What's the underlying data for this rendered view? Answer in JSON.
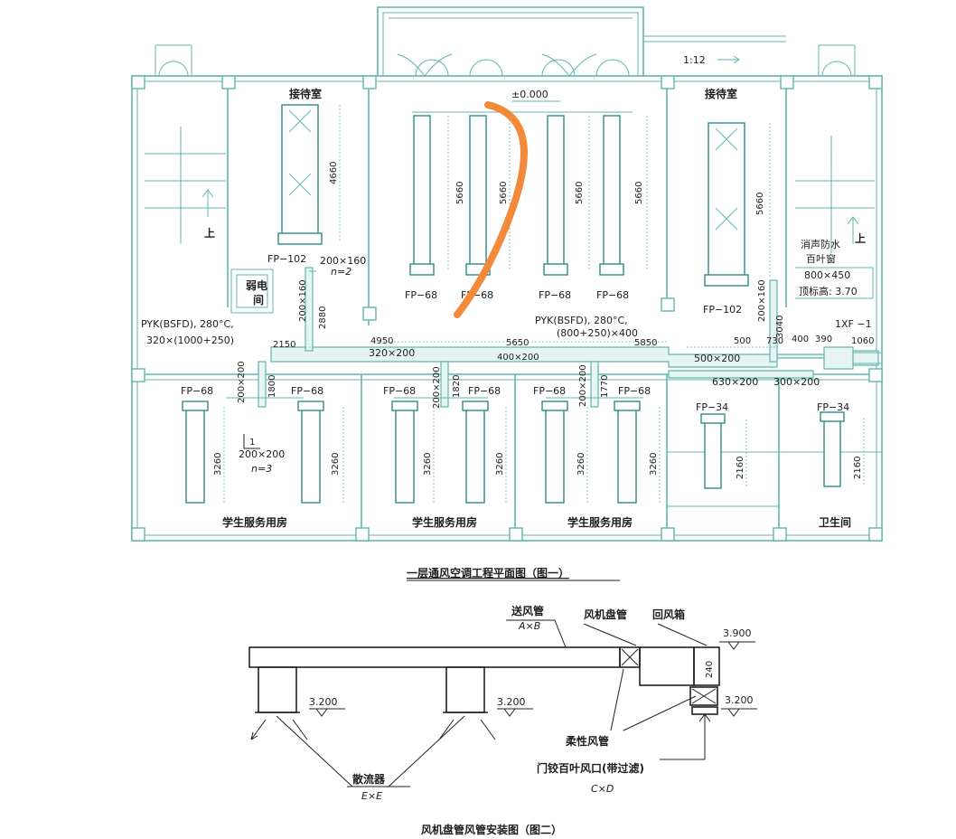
{
  "plan": {
    "rooms": {
      "reception_left": "接待室",
      "reception_right": "接待室",
      "weak_room_1": "弱电",
      "weak_room_2": "间",
      "student_1": "学生服务用房",
      "student_2": "学生服务用房",
      "student_3": "学生服务用房",
      "toilet": "卫生间",
      "stair_left": "上",
      "stair_right": "上"
    },
    "elevation": "±0.000",
    "scale": "1:12",
    "louver": {
      "line1": "消声防水",
      "line2": "百叶窗",
      "size": "800×450",
      "top": "顶标高: 3.70"
    },
    "units": {
      "fp102_left": "FP−102",
      "fp102_right": "FP−102",
      "fp68_top": [
        "FP−68",
        "FP−68",
        "FP−68",
        "FP−68"
      ],
      "fp68_bottom": [
        "FP−68",
        "FP−68",
        "FP−68",
        "FP−68",
        "FP−68",
        "FP−68"
      ],
      "fp34": [
        "FP−34",
        "FP−34"
      ],
      "fan": "1XF −1"
    },
    "dims": {
      "d4660": "4660",
      "d5660": [
        "5660",
        "5660",
        "5660",
        "5660",
        "5660"
      ],
      "d3260": [
        "3260",
        "3260",
        "3260",
        "3260",
        "3260",
        "3260"
      ],
      "d2160": [
        "2160",
        "2160"
      ],
      "d2880": "2880",
      "d2150": "2150",
      "d4950": "4950",
      "d5650": "5650",
      "d5850": "5850",
      "d1800": "1800",
      "d1820": "1820",
      "d1770": "1770",
      "d3040": "3040",
      "d500": "500",
      "d730": "730",
      "d400": "400",
      "d390": "390",
      "d1060": "1060"
    },
    "ducts": {
      "s200x160": "200×160",
      "n2": "n=2",
      "v200x160_a": "200×160",
      "v200x160_b": "200×160",
      "pyk1_line1": "PYK(BSFD), 280°C,",
      "pyk1_line2": "320×(1000+250)",
      "pyk2_line1": "PYK(BSFD), 280°C,",
      "pyk2_line2": "(800+250)×400",
      "s320x200": "320×200",
      "s400x200": "400×200",
      "s500x200": "500×200",
      "s630x200": "630×200",
      "s300x200": "300×200",
      "v200x200_a": "200×200",
      "v200x200_b": "200×200",
      "v200x200_c": "200×200",
      "s200x200": "200×200",
      "n3": "n=3",
      "mark1": "1"
    },
    "caption": "一层通风空调工程平面图（图一）"
  },
  "section": {
    "supply_duct": "送风管",
    "supply_size": "A×B",
    "fan_coil": "风机盘管",
    "return_box": "回风箱",
    "elev_3900": "3.900",
    "elev_3200_a": "3.200",
    "elev_3200_b": "3.200",
    "elev_3200_c": "3.200",
    "d240": "240",
    "flexible": "柔性风管",
    "diffuser": "散流器",
    "diffuser_size": "E×E",
    "grille": "门铰百叶风口(带过滤)",
    "grille_size": "C×D",
    "caption": "风机盘管风管安装图（图二）"
  },
  "annotation": {
    "stroke_color": "#f28a3a"
  },
  "colors": {
    "wall": "#5fb6ae",
    "ink": "#1d1d1d"
  }
}
